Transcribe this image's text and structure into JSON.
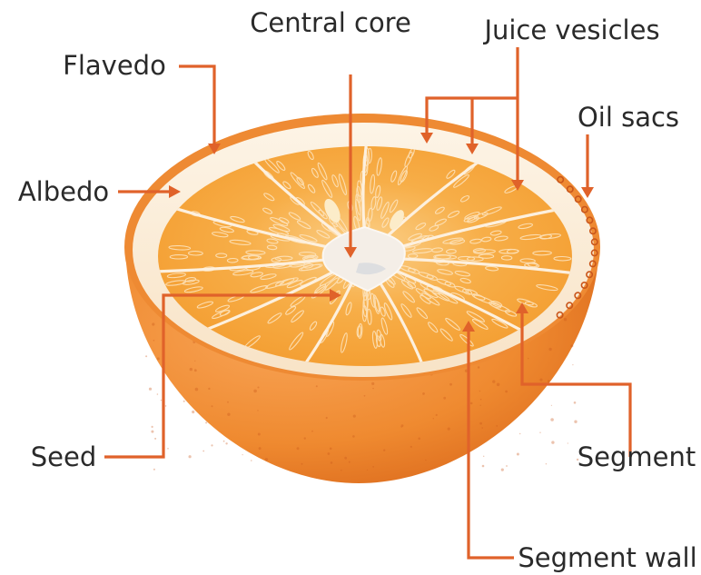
{
  "labels": {
    "central_core": "Central core",
    "juice_vesicles": "Juice vesicles",
    "flavedo": "Flavedo",
    "oil_sacs": "Oil sacs",
    "albedo": "Albedo",
    "seed": "Seed",
    "segment": "Segment",
    "segment_wall": "Segment wall"
  },
  "colors": {
    "leader": "#e0622a",
    "peel": "#ef8a30",
    "albedo": "#fbefdc",
    "pulp": "#f6a43a",
    "core": "#f3ede6"
  }
}
